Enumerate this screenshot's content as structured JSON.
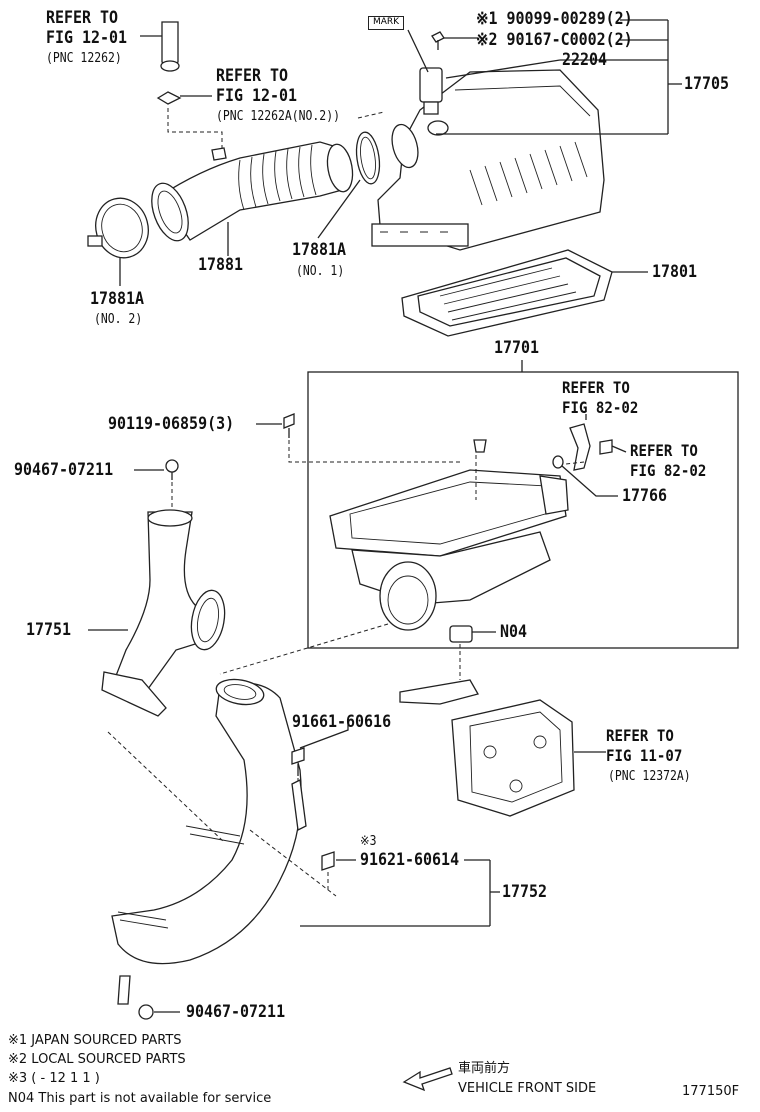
{
  "labels": {
    "refer_fig_12_01_a_line1": "REFER TO",
    "refer_fig_12_01_a_line2": "FIG 12-01",
    "refer_fig_12_01_a_pnc": "(PNC 12262)",
    "refer_fig_12_01_b_line1": "REFER TO",
    "refer_fig_12_01_b_line2": "FIG 12-01",
    "refer_fig_12_01_b_pnc": "(PNC 12262A(NO.2))",
    "mark": "MARK",
    "bolt_1": "※1 90099-00289(2)",
    "bolt_2": "※2 90167-C0002(2)",
    "part_22204": "22204",
    "part_17705": "17705",
    "part_17881": "17881",
    "part_17881a_no1": "17881A",
    "part_17881a_no1_sub": "(NO. 1)",
    "part_17881a_no2": "17881A",
    "part_17881a_no2_sub": "(NO. 2)",
    "part_17801": "17801",
    "part_17701": "17701",
    "bolt_90119": "90119-06859(3)",
    "refer_fig_82_02_a_line1": "REFER TO",
    "refer_fig_82_02_a_line2": "FIG 82-02",
    "refer_fig_82_02_b_line1": "REFER TO",
    "refer_fig_82_02_b_line2": "FIG 82-02",
    "clip_90467_top": "90467-07211",
    "part_17766": "17766",
    "part_17751": "17751",
    "part_n04": "N04",
    "bolt_91661": "91661-60616",
    "refer_fig_11_07_line1": "REFER TO",
    "refer_fig_11_07_line2": "FIG 11-07",
    "refer_fig_11_07_pnc": "(PNC 12372A)",
    "note3_mark": "※3",
    "bolt_91621": "91621-60614",
    "part_17752": "17752",
    "clip_90467_bottom": "90467-07211"
  },
  "footnotes": {
    "note1": "※1 JAPAN SOURCED PARTS",
    "note2": "※2 LOCAL SOURCED PARTS",
    "note3": "※3 (        -  12 1 1 )",
    "note_n04": "N04  This part is not available for service"
  },
  "direction": {
    "jp_label": "車両前方",
    "en_label": "VEHICLE FRONT SIDE"
  },
  "drawing_number": "177150F"
}
